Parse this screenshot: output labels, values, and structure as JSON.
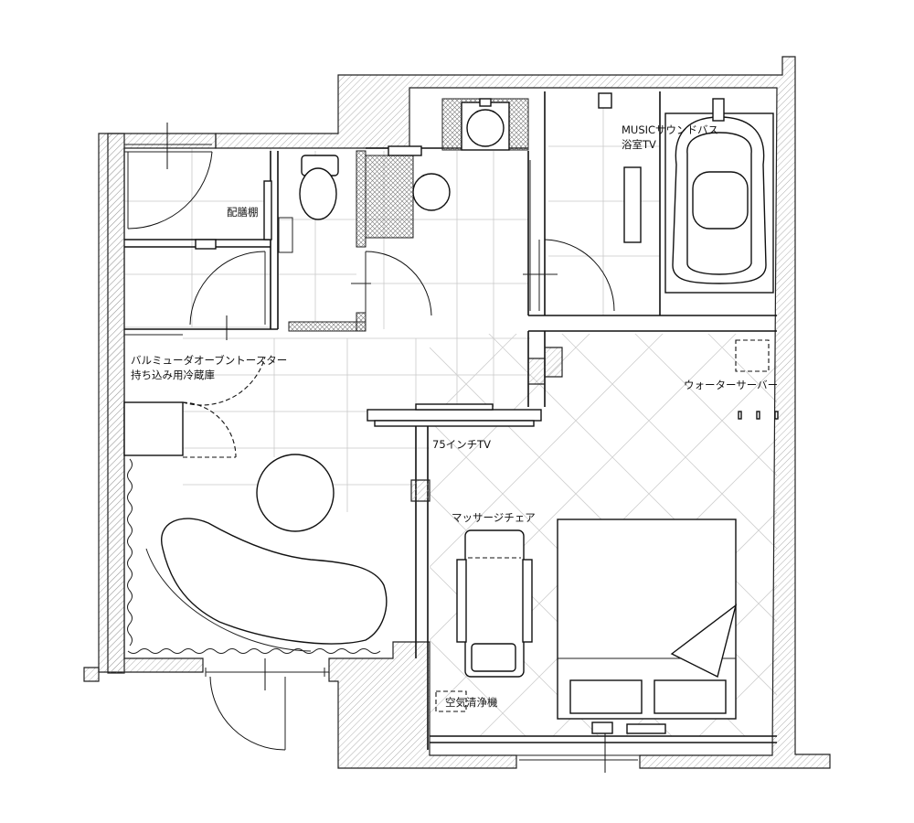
{
  "labels": {
    "pantry_shelf": "配膳棚",
    "toaster": "バルミューダオーブントースター",
    "fridge": "持ち込み用冷蔵庫",
    "bath_audio": "MUSICサウンドバス",
    "bath_tv": "浴室TV",
    "water_server": "ウォーターサーバー",
    "tv": "75インチTV",
    "massage_chair": "マッサージチェア",
    "air_purifier": "空気清浄機"
  }
}
